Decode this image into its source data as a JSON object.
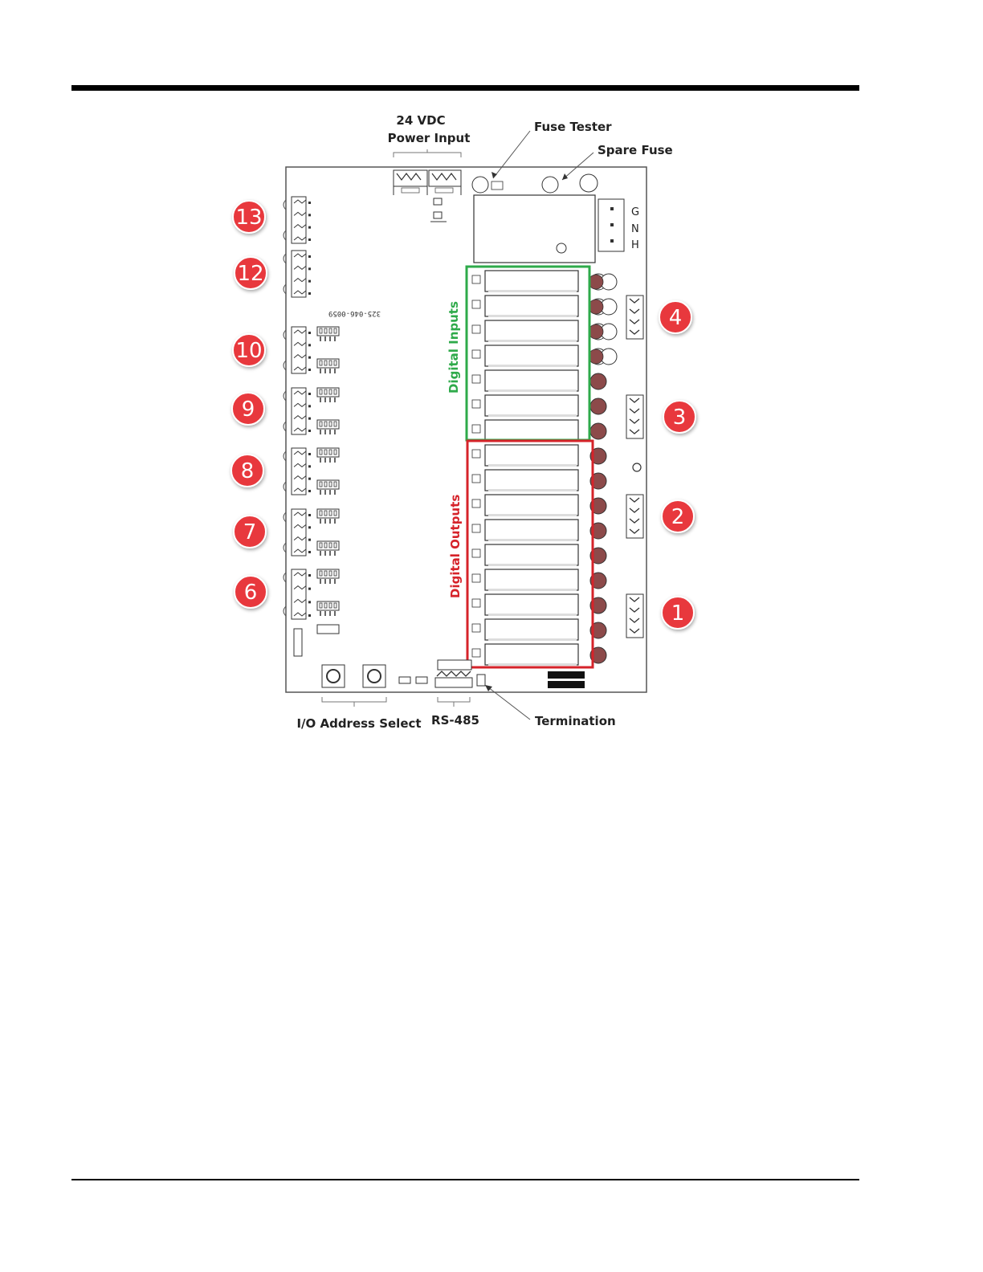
{
  "labels": {
    "power_line1": "24 VDC",
    "power_line2": "Power Input",
    "fuse_tester": "Fuse Tester",
    "spare_fuse": "Spare Fuse",
    "digital_inputs": "Digital Inputs",
    "digital_outputs": "Digital Outputs",
    "io_address": "I/O Address Select",
    "rs485": "RS-485",
    "termination": "Termination",
    "gnh": [
      "G",
      "N",
      "H"
    ],
    "part_number": "325-046-0059"
  },
  "badges": {
    "left": [
      "13",
      "12",
      "10",
      "9",
      "8",
      "7",
      "6"
    ],
    "right": [
      "4",
      "3",
      "2",
      "1"
    ]
  },
  "colors": {
    "badge": "#e8383d",
    "inputs_frame": "#2eaa4a",
    "outputs_frame": "#d6232a",
    "relay_led": "#8c4a4a"
  }
}
